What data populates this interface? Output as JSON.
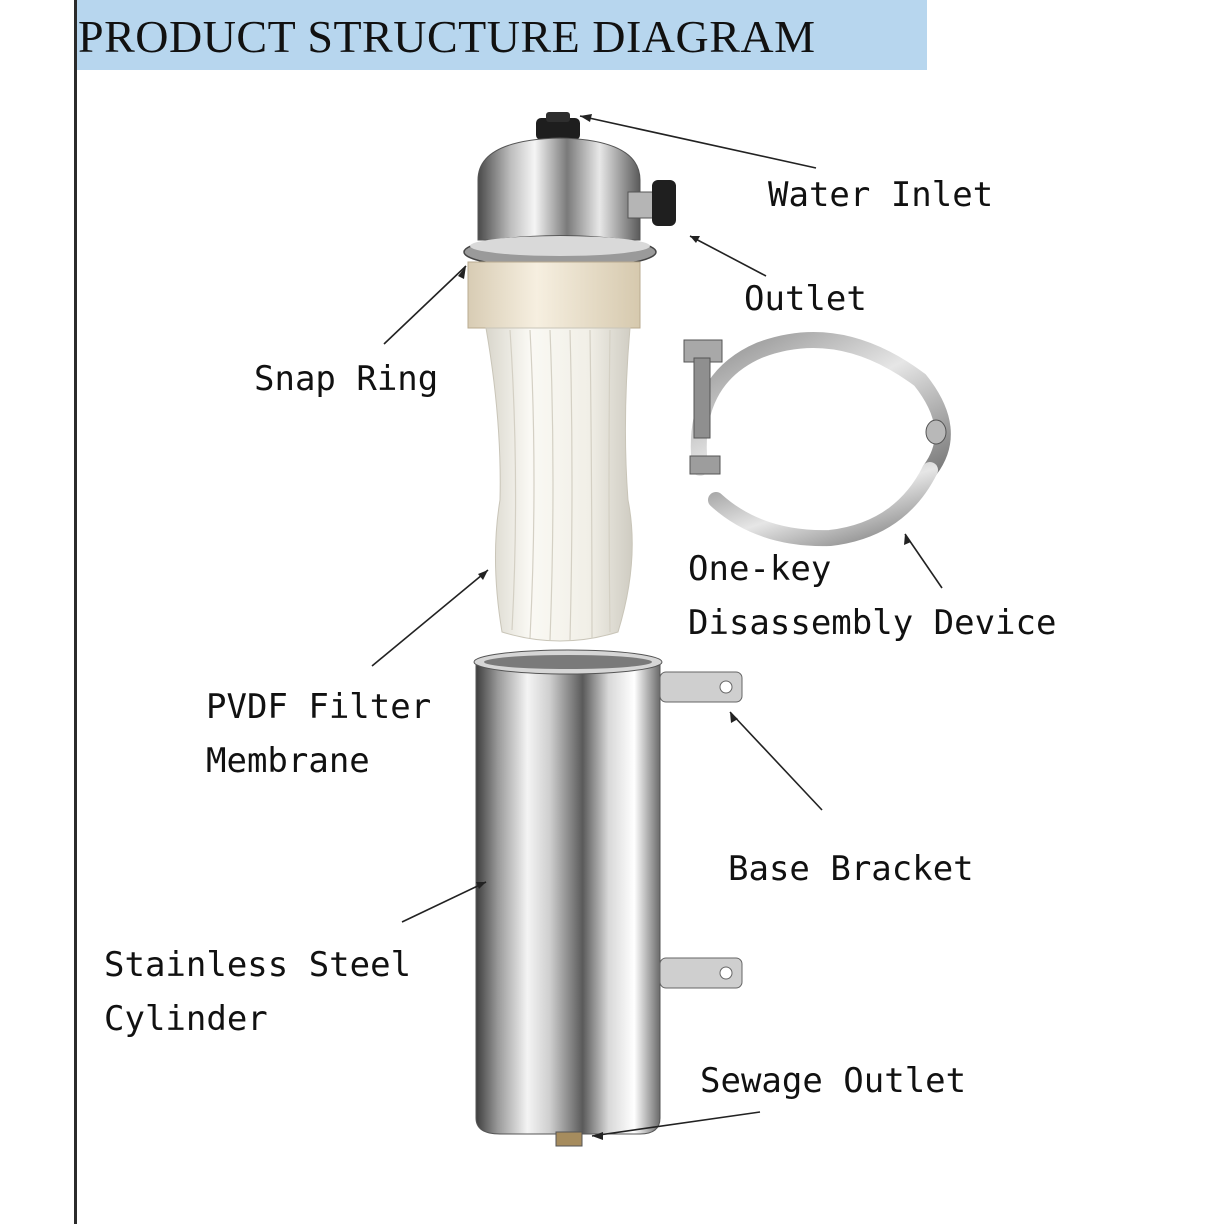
{
  "title": "PRODUCT STRUCTURE DIAGRAM",
  "labels": {
    "water_inlet": "Water Inlet",
    "outlet": "Outlet",
    "snap_ring": "Snap Ring",
    "one_key_line1": "One-key",
    "one_key_line2": "Disassembly Device",
    "pvdf_line1": "PVDF Filter",
    "pvdf_line2": "Membrane",
    "base_bracket": "Base Bracket",
    "cylinder_line1": "Stainless Steel",
    "cylinder_line2": "Cylinder",
    "sewage_outlet": "Sewage Outlet"
  },
  "colors": {
    "banner": "#b7d6ee",
    "steel_dark": "#4a4a4a",
    "steel_light": "#f2f2f2",
    "membrane": "#f3f1ea",
    "ring": "#efe6d4"
  }
}
